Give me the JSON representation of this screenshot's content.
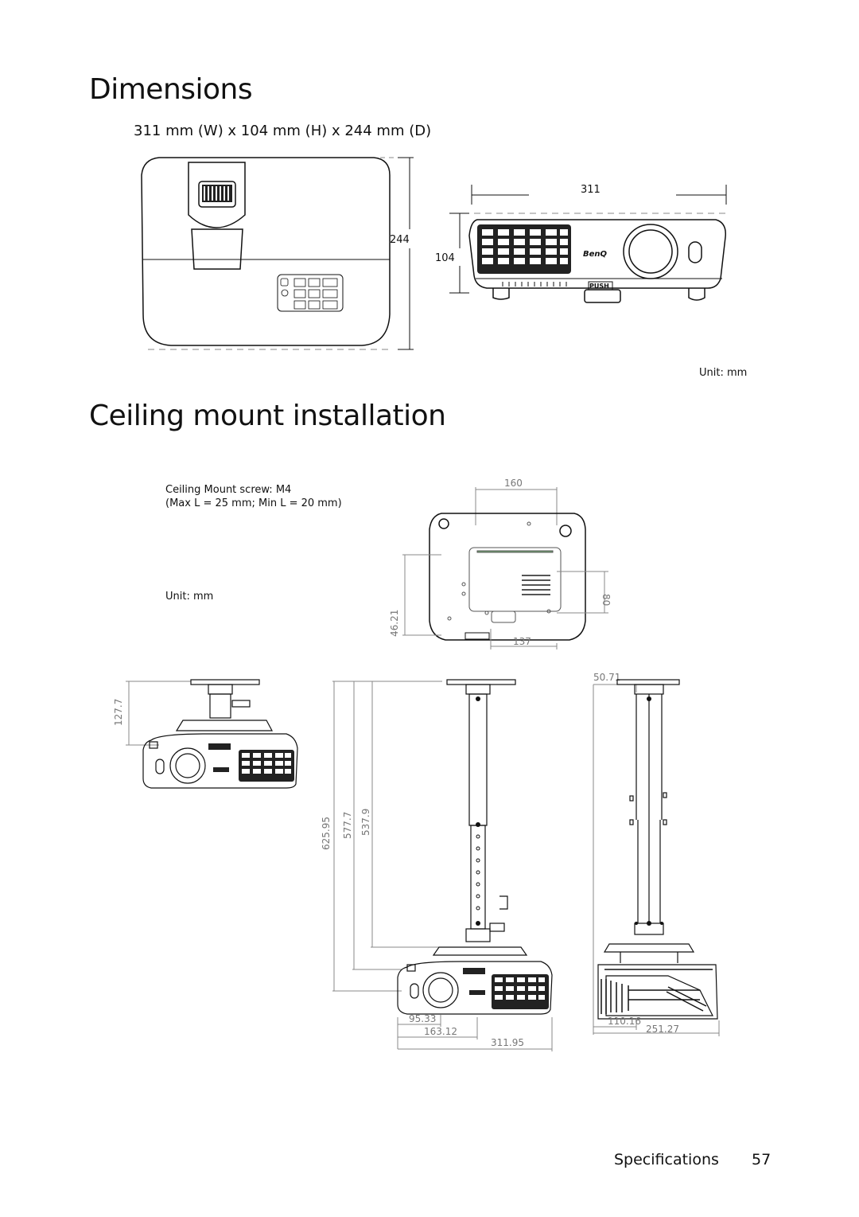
{
  "dimensions": {
    "title": "Dimensions",
    "spec": "311  mm (W) x 104 mm (H) x 244 mm (D)",
    "width": "311",
    "height": "104",
    "depth": "244",
    "unit": "Unit: mm",
    "brand_logo": "BenQ",
    "push_label": "PUSH"
  },
  "ceiling": {
    "title": "Ceiling mount installation",
    "screw": "Ceiling Mount screw: M4",
    "length": "(Max L = 25 mm; Min L = 20 mm)",
    "unit": "Unit: mm",
    "dims": {
      "d160": "160",
      "d80": "80",
      "d46": "46.21",
      "d137": "137",
      "d127": "127.7",
      "d625": "625.95",
      "d577": "577.7",
      "d537": "537.9",
      "d95": "95.33",
      "d163": "163.12",
      "d311": "311.95",
      "d50": "50.71",
      "d110": "110.16",
      "d251": "251.27"
    }
  },
  "footer": {
    "section": "Specifications",
    "page": "57"
  }
}
